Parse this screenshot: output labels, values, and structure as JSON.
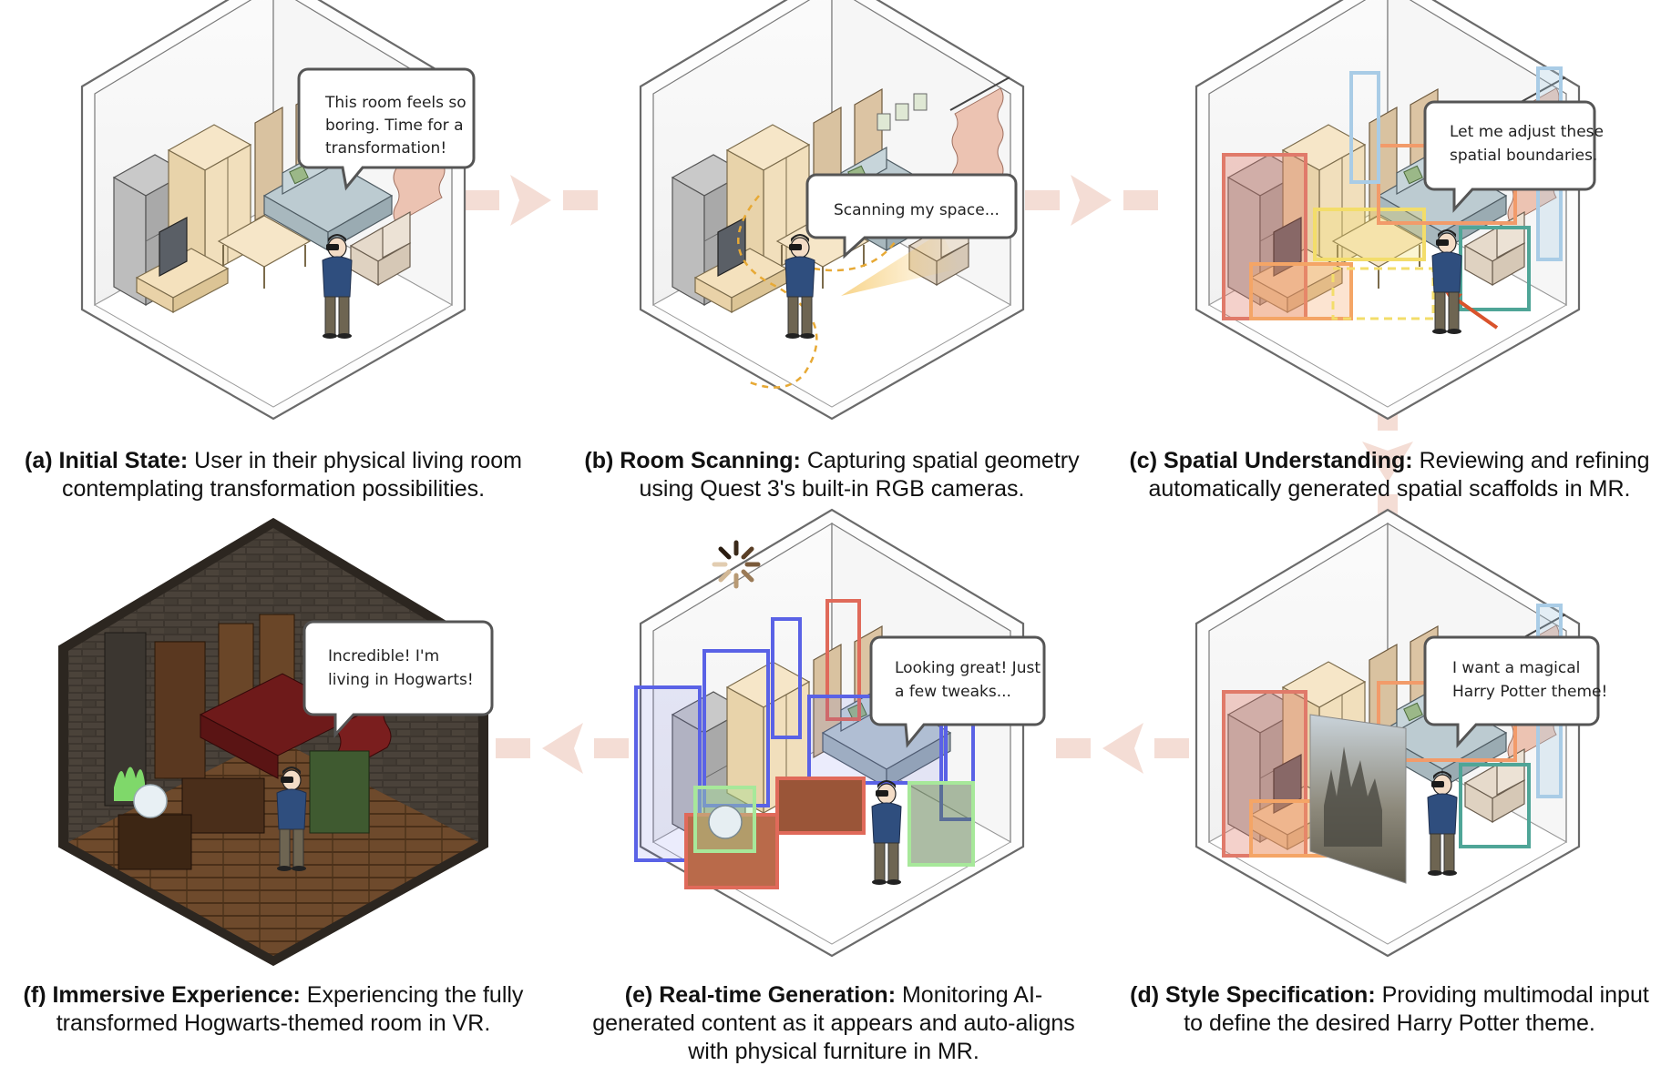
{
  "panels": [
    {
      "id": "a",
      "label": "(a) Initial State:",
      "description": "User in their physical living room contemplating transformation possibilities.",
      "bubble": [
        "This room feels so",
        "boring. Time for a",
        "transformation!"
      ]
    },
    {
      "id": "b",
      "label": "(b) Room Scanning:",
      "description": "Capturing spatial geometry using Quest 3's built-in RGB cameras.",
      "bubble": [
        "Scanning my space..."
      ]
    },
    {
      "id": "c",
      "label": "(c) Spatial Understanding:",
      "description": "Reviewing and refining automatically generated spatial scaffolds in MR.",
      "bubble": [
        "Let me adjust these",
        "spatial boundaries."
      ]
    },
    {
      "id": "d",
      "label": "(d) Style Specification:",
      "description": "Providing multimodal input to define the desired Harry Potter theme.",
      "bubble": [
        "I want a magical",
        "Harry Potter theme!"
      ]
    },
    {
      "id": "e",
      "label": "(e) Real-time Generation:",
      "description": "Monitoring AI-generated content as it appears and auto-aligns with physical furniture in MR.",
      "bubble": [
        "Looking great! Just",
        "a few tweaks..."
      ]
    },
    {
      "id": "f",
      "label": "(f) Immersive Experience:",
      "description": "Experiencing the fully transformed Hogwarts-themed room in VR.",
      "bubble": [
        "Incredible! I'm",
        "living in Hogwarts!"
      ]
    }
  ],
  "colors": {
    "arrow": "#f4ddd5",
    "room_line": "#6a6a6a",
    "scaffold_red": "#e07a6a",
    "scaffold_yellow": "#f3dd6a",
    "scaffold_teal": "#4fa597",
    "scaffold_blue": "#5a62e6",
    "scaffold_green": "#a7e89a",
    "hogwarts_wall": "#3c342c",
    "hogwarts_floor": "#6b4a2e"
  }
}
